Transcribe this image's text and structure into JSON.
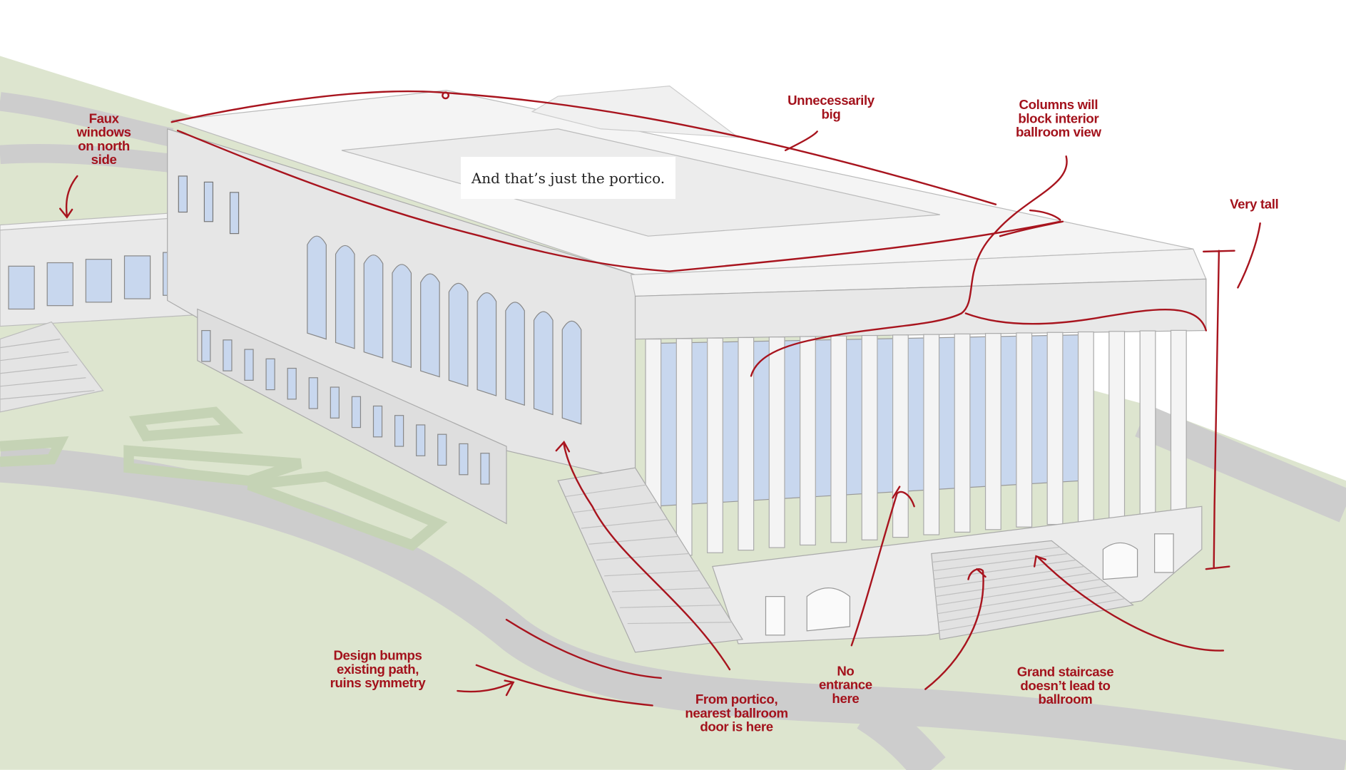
{
  "caption": "And that’s just the portico.",
  "annotations": {
    "faux_windows": [
      "Faux",
      "windows",
      "on north",
      "side"
    ],
    "unnecessarily_big": [
      "Unnecessarily",
      "big"
    ],
    "columns_block": [
      "Columns will",
      "block interior",
      "ballroom view"
    ],
    "very_tall": [
      "Very tall"
    ],
    "design_bumps": [
      "Design bumps",
      "existing path,",
      "ruins symmetry"
    ],
    "from_portico": [
      "From portico,",
      "nearest ballroom",
      "door is here"
    ],
    "no_entrance": [
      "No",
      "entrance",
      "here"
    ],
    "grand_staircase": [
      "Grand staircase",
      "doesn’t lead to",
      "ballroom"
    ]
  },
  "colors": {
    "annotation": "#a8141e",
    "ground": "#dde5cf",
    "path": "#cdcdcd",
    "building": "#e8e8e8",
    "glass": "#c8d7ee"
  }
}
